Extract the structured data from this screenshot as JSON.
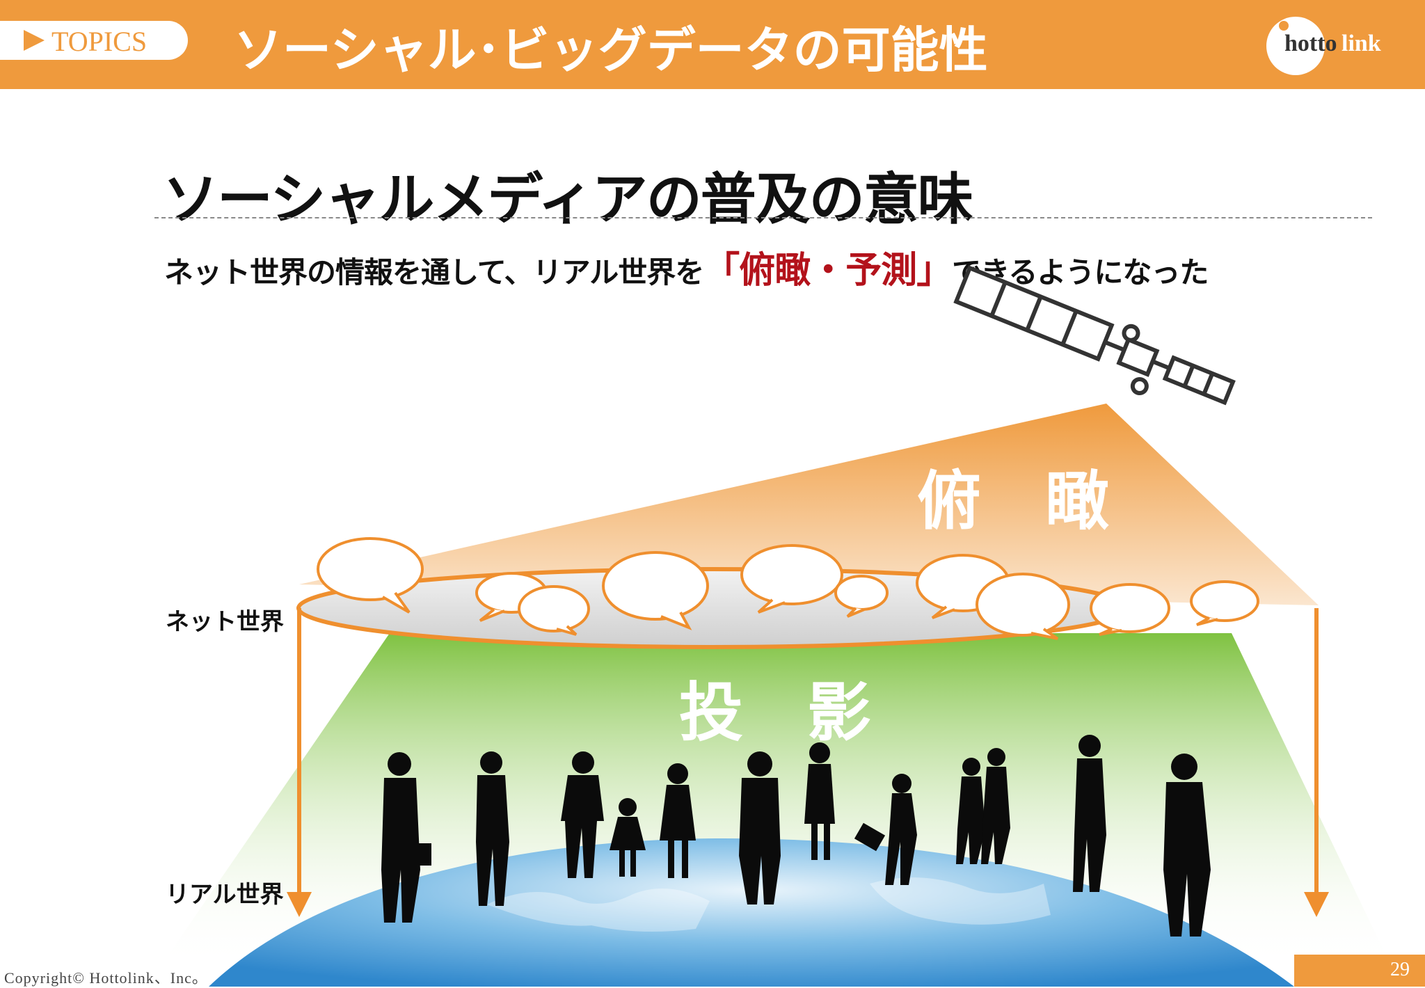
{
  "header": {
    "topics_label": "TOPICS",
    "title": "ソーシャル･ビッグデータの可能性",
    "logo": {
      "part1": "hotto",
      "part2": "link"
    }
  },
  "main": {
    "heading": "ソーシャルメディアの普及の意味",
    "subtitle_before": "ネット世界の情報を通して、リアル世界を",
    "subtitle_highlight": "「俯瞰・予測」",
    "subtitle_after": "できるようになった"
  },
  "illustration": {
    "overview_label": "俯　瞰",
    "projection_label": "投　影",
    "net_world_label": "ネット世界",
    "real_world_label": "リアル世界"
  },
  "footer": {
    "copyright": "Copyright© Hottolink、Inc。",
    "page_number": "29"
  },
  "colors": {
    "accent": "#ef9a3d",
    "highlight": "#b3121b",
    "projection_green": "#7fc241"
  }
}
